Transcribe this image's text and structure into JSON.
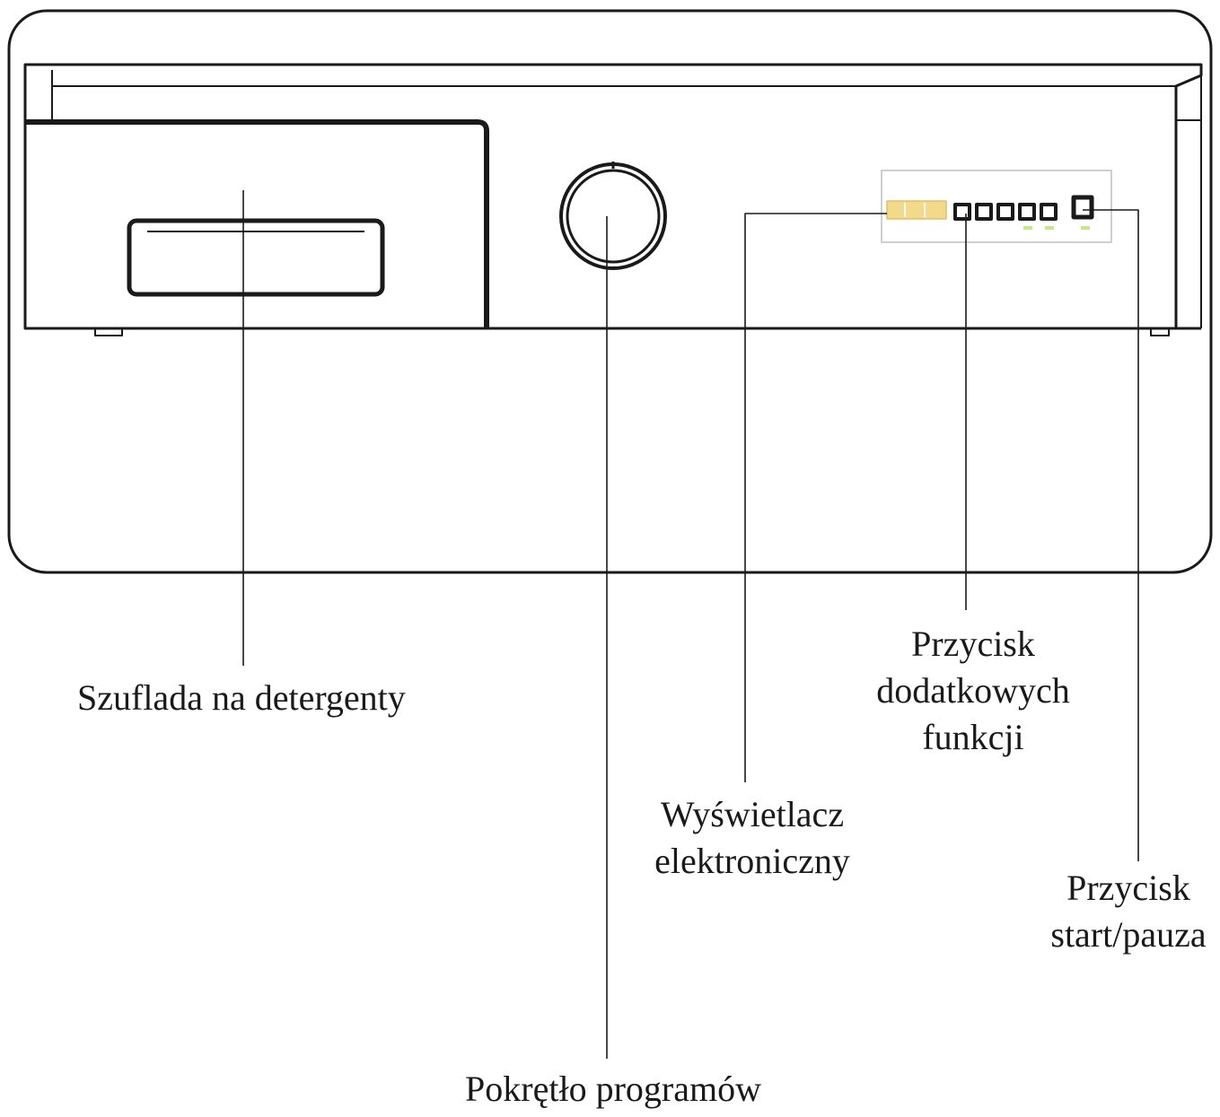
{
  "labels": {
    "detergent_drawer": "Szuflada na detergenty",
    "program_knob": "Pokrętło programów",
    "display": [
      "Wyświetlacz",
      "elektroniczny"
    ],
    "extra_functions_button": [
      "Przycisk",
      "dodatkowych",
      "funkcji"
    ],
    "start_pause_button": [
      "Przycisk",
      "start/pauza"
    ]
  },
  "colors": {
    "line": "#1a1a1a",
    "panel_fill": "#ffffff",
    "display_amber": "#f3d98a",
    "indicator_green": "#c8e68a"
  }
}
